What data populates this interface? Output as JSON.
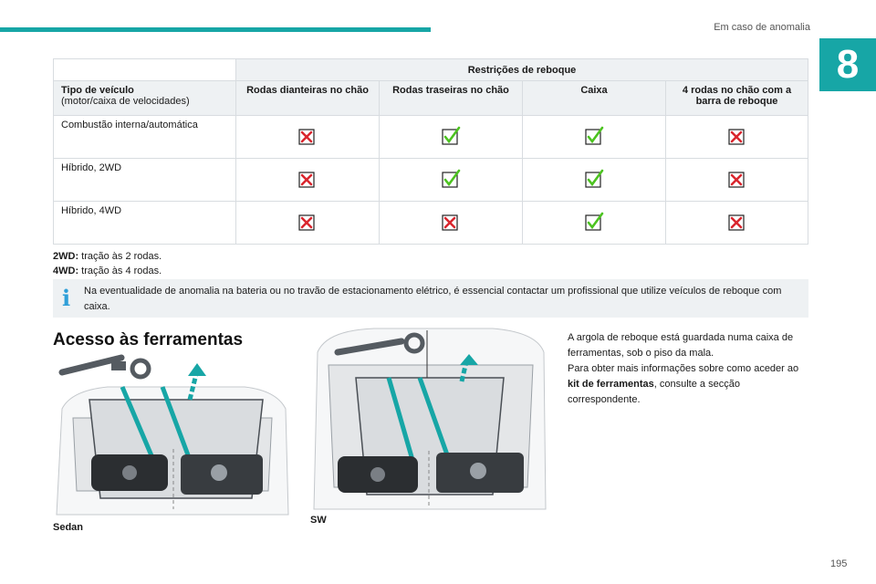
{
  "header": {
    "section_title": "Em caso de anomalia",
    "chapter_number": "8"
  },
  "table": {
    "group_header": "Restrições de reboque",
    "vehicle_type_title": "Tipo de veículo",
    "vehicle_type_sub": "(motor/caixa de velocidades)",
    "columns": [
      "Rodas dianteiras no chão",
      "Rodas traseiras no chão",
      "Caixa",
      "4 rodas no chão com a barra de reboque"
    ],
    "rows": [
      {
        "label": "Combustão interna/automática",
        "marks": [
          "cross",
          "check",
          "check",
          "cross"
        ]
      },
      {
        "label": "Híbrido, 2WD",
        "marks": [
          "cross",
          "check",
          "check",
          "cross"
        ]
      },
      {
        "label": "Híbrido, 4WD",
        "marks": [
          "cross",
          "cross",
          "check",
          "cross"
        ]
      }
    ],
    "cross_color": "#d9262e",
    "check_color": "#4cc31f"
  },
  "notes": [
    {
      "key": "2WD:",
      "text": " tração às 2 rodas."
    },
    {
      "key": "4WD:",
      "text": " tração às 4 rodas."
    }
  ],
  "info": {
    "icon": "info-icon",
    "text": "Na eventualidade de anomalia na bateria ou no travão de estacionamento elétrico, é essencial contactar um profissional que utilize veículos de reboque com caixa."
  },
  "section": {
    "title": "Acesso às ferramentas",
    "caption_sedan": "Sedan",
    "caption_sw": "SW",
    "paragraph_1": "A argola de reboque está guardada numa caixa de ferramentas, sob o piso da mala.",
    "paragraph_2_pre": "Para obter mais informações sobre como aceder ao ",
    "paragraph_2_bold": "kit de ferramentas",
    "paragraph_2_post": ", consulte a secção correspondente."
  },
  "footer": {
    "page_number": "195"
  },
  "colors": {
    "accent": "#17a6a6",
    "info": "#2f9fd8"
  }
}
